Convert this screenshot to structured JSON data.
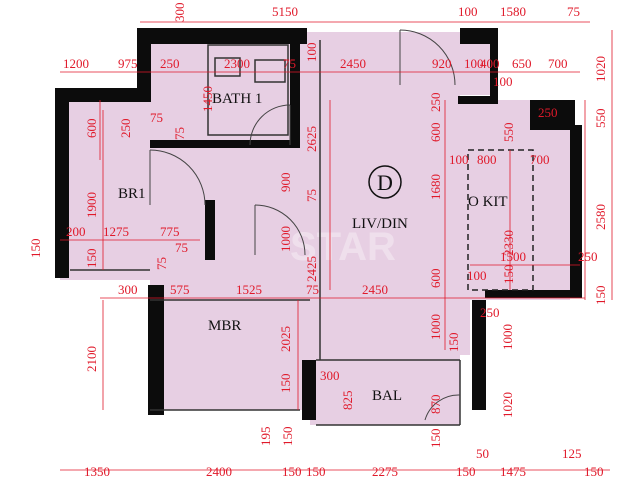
{
  "unit_label": "D",
  "watermark": "STAR",
  "rooms": {
    "bath": "BATH 1",
    "br1": "BR1",
    "liv": "LIV/DIN",
    "kit": "O KIT",
    "mbr": "MBR",
    "bal": "BAL"
  },
  "dims": {
    "top": [
      "300",
      "5150",
      "100",
      "1580",
      "75"
    ],
    "row2": [
      "1200",
      "975",
      "250",
      "2300",
      "75",
      "2450",
      "920",
      "100",
      "400",
      "650",
      "700",
      "100"
    ],
    "right": [
      "1020",
      "550",
      "2580",
      "150"
    ],
    "bath": [
      "1450",
      "75",
      "250",
      "600",
      "100",
      "75"
    ],
    "liv": [
      "2625",
      "600",
      "250",
      "1680",
      "900",
      "75",
      "2425",
      "1000",
      "600"
    ],
    "kit": [
      "250",
      "550",
      "100",
      "800",
      "700",
      "2330",
      "1500",
      "250",
      "100",
      "150"
    ],
    "br1": [
      "1900",
      "200",
      "1275",
      "775",
      "75",
      "75",
      "150",
      "150"
    ],
    "mid": [
      "300",
      "575",
      "1525",
      "75",
      "2450",
      "1000",
      "150",
      "250",
      "1000"
    ],
    "mbr": [
      "2100",
      "2025",
      "150",
      "300",
      "825",
      "870",
      "1020"
    ],
    "bottom_v": [
      "195",
      "150",
      "150"
    ],
    "bottom": [
      "1350",
      "2400",
      "150",
      "150",
      "2275",
      "150",
      "50",
      "1475",
      "125",
      "150"
    ]
  }
}
